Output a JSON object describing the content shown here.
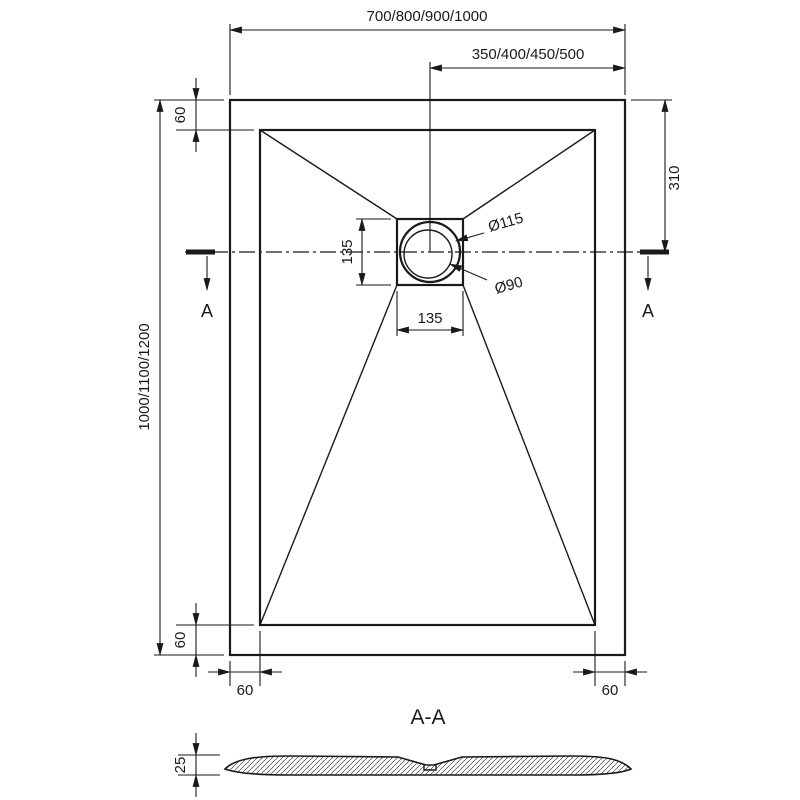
{
  "drawing": {
    "section_title": "A-A",
    "dims": {
      "overall_width": "700/800/900/1000",
      "center_width": "350/400/450/500",
      "overall_height": "1000/1100/1200",
      "margin_top": "60",
      "margin_bottom": "60",
      "margin_left": "60",
      "margin_right": "60",
      "drain_offset_top": "310",
      "drain_box_height": "135",
      "drain_box_width": "135",
      "drain_outer_dia": "Ø115",
      "drain_inner_dia": "Ø90",
      "section_thickness": "25"
    },
    "section_marks": {
      "left": "A",
      "right": "A"
    },
    "colors": {
      "line": "#1a1a1a",
      "background": "#ffffff"
    }
  }
}
